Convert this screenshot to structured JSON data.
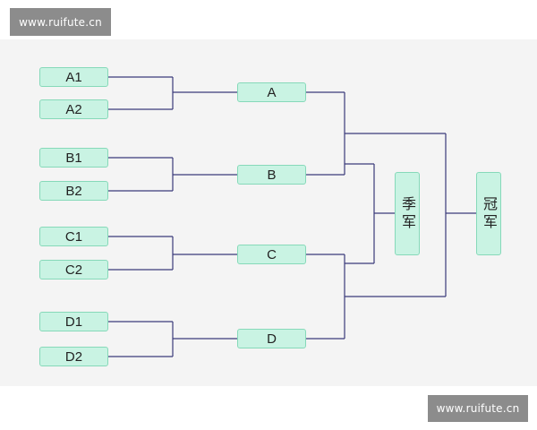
{
  "watermark": {
    "top": "www.ruifute.cn",
    "bottom": "www.ruifute.cn"
  },
  "bracket": {
    "entrants": [
      "A1",
      "A2",
      "B1",
      "B2",
      "C1",
      "C2",
      "D1",
      "D2"
    ],
    "group_winners": [
      "A",
      "B",
      "C",
      "D"
    ],
    "third_place": "季军",
    "champion": "冠军"
  },
  "colors": {
    "node_fill": "#c9f3e3",
    "node_border": "#86d9b9",
    "line": "#3a3a7a",
    "watermark_bg": "#8c8c8c"
  }
}
